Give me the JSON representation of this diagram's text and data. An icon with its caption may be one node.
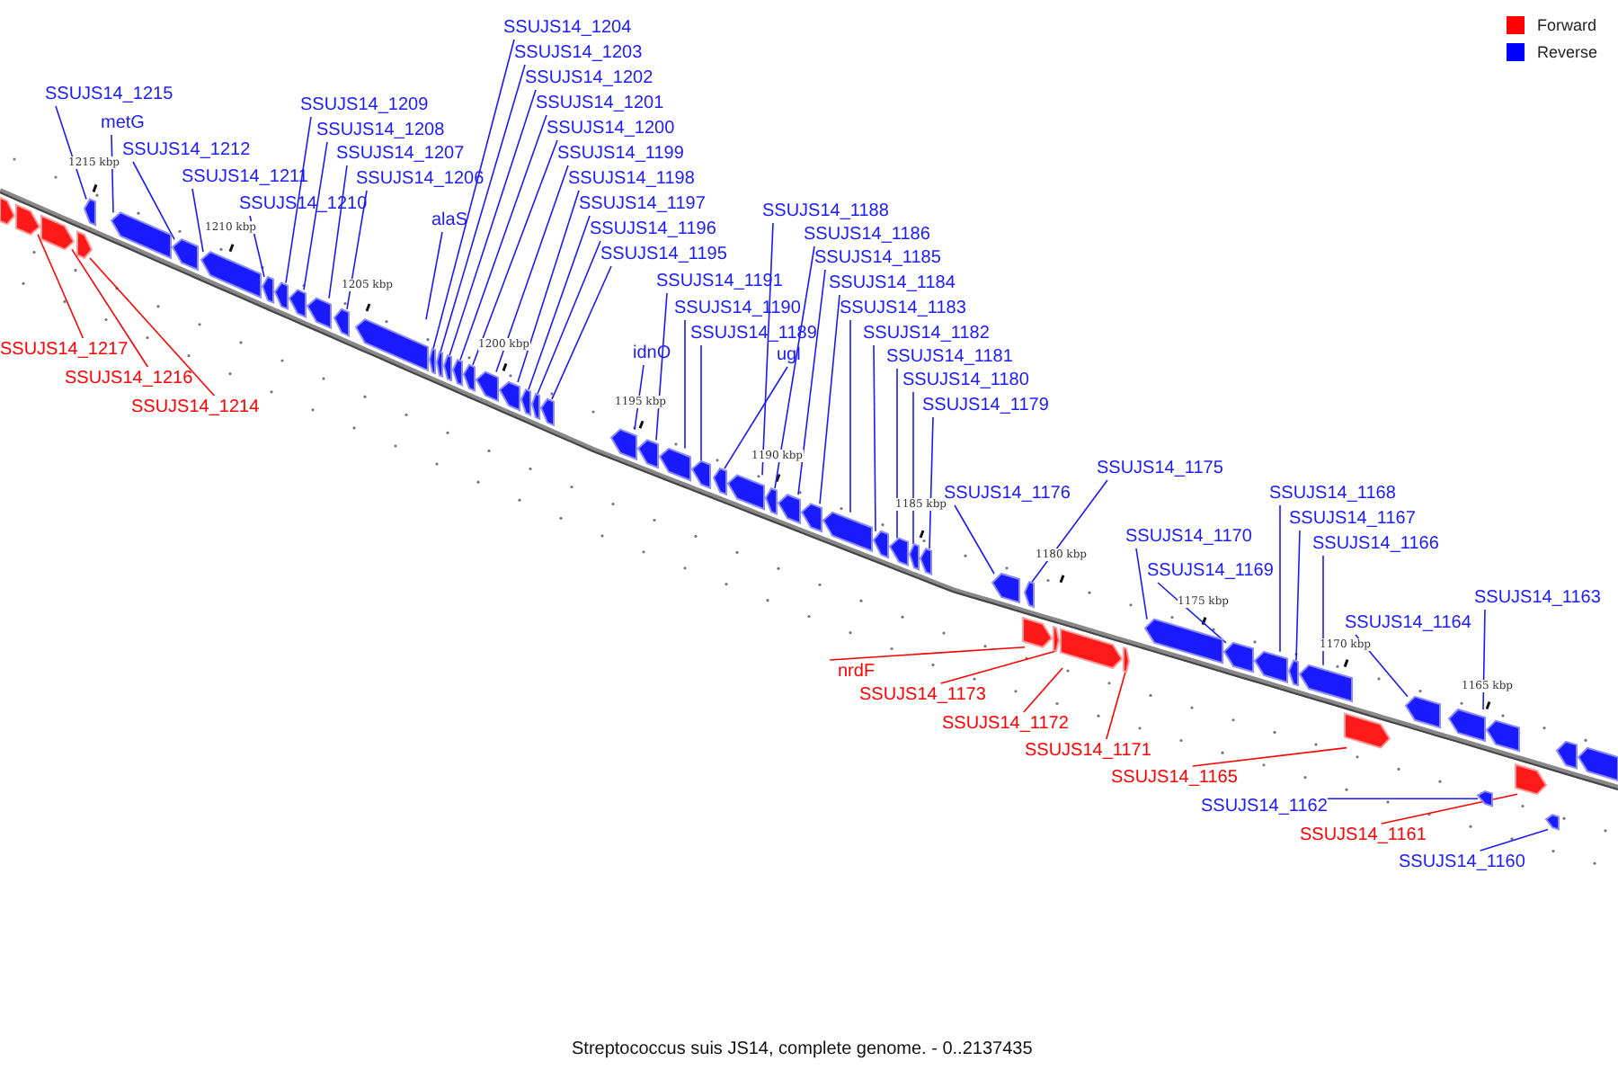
{
  "diagram": {
    "caption": "Streptococcus suis JS14, complete genome. - 0..2137435",
    "nodes": [
      {
        "text": [
          "SSUJS14_1215"
        ]
      },
      {
        "text": [
          "metG"
        ]
      },
      {
        "text": [
          "SSUJS14_1212"
        ]
      },
      {
        "text": [
          "SSUJS14_1211"
        ]
      },
      {
        "text": [
          "SSUJS14_1210"
        ]
      },
      {
        "text": [
          "SSUJS14_1209"
        ]
      },
      {
        "text": [
          "SSUJS14_1208"
        ]
      },
      {
        "text": [
          "SSUJS14_1207"
        ]
      },
      {
        "text": [
          "SSUJS14_1206"
        ]
      },
      {
        "text": [
          "alaS"
        ]
      },
      {
        "text": [
          "SSUJS14_1204"
        ]
      },
      {
        "text": [
          "SSUJS14_1203"
        ]
      },
      {
        "text": [
          "SSUJS14_1202"
        ]
      },
      {
        "text": [
          "SSUJS14_1201"
        ]
      },
      {
        "text": [
          "SSUJS14_1200"
        ]
      },
      {
        "text": [
          "SSUJS14_1199"
        ]
      },
      {
        "text": [
          "SSUJS14_1198"
        ]
      },
      {
        "text": [
          "SSUJS14_1197"
        ]
      },
      {
        "text": [
          "SSUJS14_1196"
        ]
      },
      {
        "text": [
          "SSUJS14_1195"
        ]
      },
      {
        "text": [
          "SSUJS14_1191"
        ]
      },
      {
        "text": [
          "SSUJS14_1190"
        ]
      },
      {
        "text": [
          "SSUJS14_1189"
        ]
      },
      {
        "text": [
          "idnO"
        ]
      },
      {
        "text": [
          "ugl"
        ]
      },
      {
        "text": [
          "SSUJS14_1188"
        ]
      },
      {
        "text": [
          "SSUJS14_1186"
        ]
      },
      {
        "text": [
          "SSUJS14_1185"
        ]
      },
      {
        "text": [
          "SSUJS14_1184"
        ]
      },
      {
        "text": [
          "SSUJS14_1183"
        ]
      },
      {
        "text": [
          "SSUJS14_1182"
        ]
      },
      {
        "text": [
          "SSUJS14_1181"
        ]
      },
      {
        "text": [
          "SSUJS14_1180"
        ]
      },
      {
        "text": [
          "SSUJS14_1179"
        ]
      },
      {
        "text": [
          "SSUJS14_1176"
        ]
      },
      {
        "text": [
          "SSUJS14_1175"
        ]
      },
      {
        "text": [
          "SSUJS14_1170"
        ]
      },
      {
        "text": [
          "SSUJS14_1169"
        ]
      },
      {
        "text": [
          "SSUJS14_1168"
        ]
      },
      {
        "text": [
          "SSUJS14_1167"
        ]
      },
      {
        "text": [
          "SSUJS14_1166"
        ]
      },
      {
        "text": [
          "SSUJS14_1164"
        ]
      },
      {
        "text": [
          "SSUJS14_1163"
        ]
      },
      {
        "text": [
          "SSUJS14_1217"
        ]
      },
      {
        "text": [
          "SSUJS14_1216"
        ]
      },
      {
        "text": [
          "SSUJS14_1214"
        ]
      },
      {
        "text": [
          "nrdF"
        ]
      },
      {
        "text": [
          "SSUJS14_1173"
        ]
      },
      {
        "text": [
          "SSUJS14_1172"
        ]
      },
      {
        "text": [
          "SSUJS14_1171"
        ]
      },
      {
        "text": [
          "SSUJS14_1165"
        ]
      },
      {
        "text": [
          "SSUJS14_1162"
        ]
      },
      {
        "text": [
          "SSUJS14_1161"
        ]
      },
      {
        "text": [
          "SSUJS14_1160"
        ]
      },
      {
        "text": [],
        "shape": "arrow"
      },
      {
        "text": [],
        "shape": "arrow"
      },
      {
        "text": [],
        "shape": "arrow"
      },
      {
        "text": [],
        "shape": "arrow"
      },
      {
        "text": [],
        "shape": "arrow"
      },
      {
        "text": [],
        "shape": "arrow"
      },
      {
        "text": [],
        "shape": "arrow"
      },
      {
        "text": [],
        "shape": "arrow"
      },
      {
        "text": [],
        "shape": "arrow"
      },
      {
        "text": [],
        "shape": "arrow"
      },
      {
        "text": [],
        "shape": "arrow"
      },
      {
        "text": [],
        "shape": "arrow"
      },
      {
        "text": [],
        "shape": "arrow"
      },
      {
        "text": [],
        "shape": "arrow"
      },
      {
        "text": [],
        "shape": "arrow"
      },
      {
        "text": [],
        "shape": "arrow"
      },
      {
        "text": [],
        "shape": "arrow"
      },
      {
        "text": [],
        "shape": "arrow"
      },
      {
        "text": [],
        "shape": "arrow"
      },
      {
        "text": [],
        "shape": "arrow"
      },
      {
        "text": [],
        "shape": "arrow"
      },
      {
        "text": [],
        "shape": "arrow"
      },
      {
        "text": [],
        "shape": "arrow"
      },
      {
        "text": [],
        "shape": "arrow"
      },
      {
        "text": [],
        "shape": "arrow"
      },
      {
        "text": [],
        "shape": "arrow"
      },
      {
        "text": [],
        "shape": "arrow"
      },
      {
        "text": [],
        "shape": "arrow"
      },
      {
        "text": [],
        "shape": "arrow"
      },
      {
        "text": [],
        "shape": "arrow"
      },
      {
        "text": [],
        "shape": "arrow"
      },
      {
        "text": [],
        "shape": "arrow"
      },
      {
        "text": [],
        "shape": "arrow"
      },
      {
        "text": [],
        "shape": "arrow"
      },
      {
        "text": [],
        "shape": "arrow"
      },
      {
        "text": [],
        "shape": "arrow"
      },
      {
        "text": [],
        "shape": "arrow"
      },
      {
        "text": [],
        "shape": "arrow"
      },
      {
        "text": [],
        "shape": "arrow"
      },
      {
        "text": [],
        "shape": "arrow"
      },
      {
        "text": [],
        "shape": "arrow"
      },
      {
        "text": [],
        "shape": "arrow"
      },
      {
        "text": [],
        "shape": "arrow"
      },
      {
        "text": [],
        "shape": "arrow"
      },
      {
        "text": [],
        "shape": "arrow"
      },
      {
        "text": [],
        "shape": "arrow"
      },
      {
        "text": [],
        "shape": "arrow"
      },
      {
        "text": [],
        "shape": "arrow"
      },
      {
        "text": [],
        "shape": "arrow"
      },
      {
        "text": [],
        "shape": "arrow"
      },
      {
        "text": [],
        "shape": "arrow"
      },
      {
        "text": [],
        "shape": "arrow"
      },
      {
        "text": [],
        "shape": "arrow"
      },
      {
        "text": [],
        "shape": "arrow"
      },
      {
        "text": [],
        "shape": "arrow"
      },
      {
        "text": [],
        "shape": "arrow"
      },
      {
        "text": [],
        "shape": "arrow"
      },
      {
        "text": [],
        "shape": "arrow"
      }
    ],
    "edges": [
      {
        "from": 0,
        "to": 54,
        "arrow": "none"
      },
      {
        "from": 1,
        "to": 55,
        "arrow": "none"
      },
      {
        "from": 2,
        "to": 56,
        "arrow": "none"
      },
      {
        "from": 3,
        "to": 57,
        "arrow": "none"
      },
      {
        "from": 4,
        "to": 58,
        "arrow": "none"
      },
      {
        "from": 5,
        "to": 59,
        "arrow": "none"
      },
      {
        "from": 6,
        "to": 60,
        "arrow": "none"
      },
      {
        "from": 7,
        "to": 61,
        "arrow": "none"
      },
      {
        "from": 8,
        "to": 62,
        "arrow": "none"
      },
      {
        "from": 9,
        "to": 63,
        "arrow": "none"
      },
      {
        "from": 10,
        "to": 64,
        "arrow": "none"
      },
      {
        "from": 11,
        "to": 65,
        "arrow": "none"
      },
      {
        "from": 12,
        "to": 66,
        "arrow": "none"
      },
      {
        "from": 13,
        "to": 67,
        "arrow": "none"
      },
      {
        "from": 14,
        "to": 68,
        "arrow": "none"
      },
      {
        "from": 15,
        "to": 69,
        "arrow": "none"
      },
      {
        "from": 16,
        "to": 70,
        "arrow": "none"
      },
      {
        "from": 17,
        "to": 71,
        "arrow": "none"
      },
      {
        "from": 18,
        "to": 72,
        "arrow": "none"
      },
      {
        "from": 19,
        "to": 73,
        "arrow": "none"
      },
      {
        "from": 20,
        "to": 74,
        "arrow": "none"
      },
      {
        "from": 21,
        "to": 75,
        "arrow": "none"
      },
      {
        "from": 22,
        "to": 76,
        "arrow": "none"
      },
      {
        "from": 23,
        "to": 77,
        "arrow": "none"
      },
      {
        "from": 24,
        "to": 78,
        "arrow": "none"
      },
      {
        "from": 25,
        "to": 79,
        "arrow": "none"
      },
      {
        "from": 26,
        "to": 80,
        "arrow": "none"
      },
      {
        "from": 27,
        "to": 81,
        "arrow": "none"
      },
      {
        "from": 28,
        "to": 82,
        "arrow": "none"
      },
      {
        "from": 29,
        "to": 83,
        "arrow": "none"
      },
      {
        "from": 30,
        "to": 84,
        "arrow": "none"
      },
      {
        "from": 31,
        "to": 85,
        "arrow": "none"
      },
      {
        "from": 32,
        "to": 86,
        "arrow": "none"
      },
      {
        "from": 33,
        "to": 87,
        "arrow": "none"
      },
      {
        "from": 34,
        "to": 88,
        "arrow": "none"
      },
      {
        "from": 35,
        "to": 89,
        "arrow": "none"
      },
      {
        "from": 36,
        "to": 90,
        "arrow": "none"
      },
      {
        "from": 37,
        "to": 91,
        "arrow": "none"
      },
      {
        "from": 38,
        "to": 92,
        "arrow": "none"
      },
      {
        "from": 39,
        "to": 93,
        "arrow": "none"
      },
      {
        "from": 40,
        "to": 94,
        "arrow": "none"
      },
      {
        "from": 41,
        "to": 95,
        "arrow": "none"
      },
      {
        "from": 42,
        "to": 96,
        "arrow": "none"
      },
      {
        "from": 43,
        "to": 97,
        "arrow": "none",
        "color": "#ff0000"
      },
      {
        "from": 44,
        "to": 98,
        "arrow": "none",
        "color": "#ff0000"
      },
      {
        "from": 45,
        "to": 99,
        "arrow": "none",
        "color": "#ff0000"
      },
      {
        "from": 46,
        "to": 100,
        "arrow": "none",
        "color": "#ff0000"
      },
      {
        "from": 47,
        "to": 101,
        "arrow": "none",
        "color": "#ff0000"
      },
      {
        "from": 48,
        "to": 102,
        "arrow": "none",
        "color": "#ff0000"
      },
      {
        "from": 49,
        "to": 103,
        "arrow": "none",
        "color": "#ff0000"
      },
      {
        "from": 50,
        "to": 104,
        "arrow": "none",
        "color": "#ff0000"
      },
      {
        "from": 51,
        "to": 105,
        "arrow": "none"
      },
      {
        "from": 52,
        "to": 106,
        "arrow": "none",
        "color": "#ff0000"
      },
      {
        "from": 53,
        "to": 107,
        "arrow": "none"
      }
    ],
    "labels": [
      "1215 kbp",
      "1210 kbp",
      "1205 kbp",
      "1200 kbp",
      "1195 kbp",
      "1190 kbp",
      "1185 kbp",
      "1180 kbp",
      "1175 kbp",
      "1170 kbp",
      "1165 kbp"
    ],
    "legend": [
      {
        "text": "Forward",
        "color": "#ff0000"
      },
      {
        "text": "Reverse",
        "color": "#0000ff"
      }
    ]
  }
}
